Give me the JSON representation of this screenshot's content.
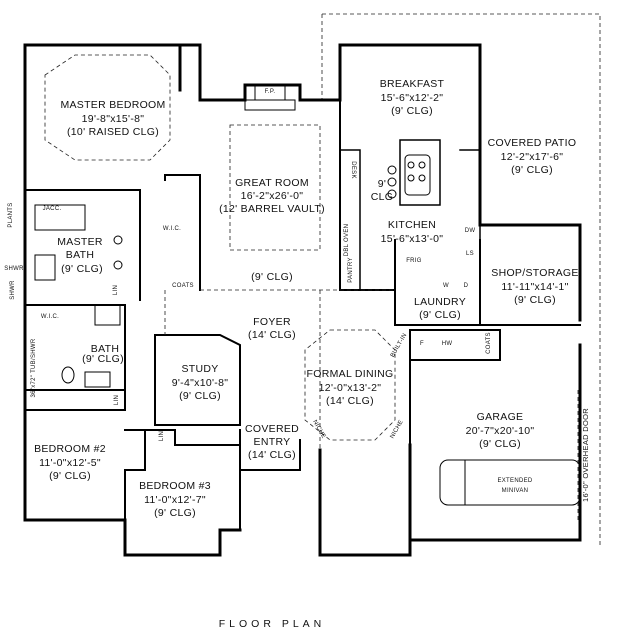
{
  "title": "FLOOR PLAN",
  "rooms": {
    "master_bedroom": [
      "MASTER BEDROOM",
      "19'-8\"x15'-8\"",
      "(10' RAISED CLG)"
    ],
    "great_room": [
      "GREAT ROOM",
      "16'-2\"x26'-0\"",
      "(12' BARREL VAULT)"
    ],
    "great_room_clg": "(9' CLG)",
    "breakfast": [
      "BREAKFAST",
      "15'-6\"x12'-2\"",
      "(9' CLG)"
    ],
    "covered_patio": [
      "COVERED PATIO",
      "12'-2\"x17'-6\"",
      "(9' CLG)"
    ],
    "kitchen": [
      "KITCHEN",
      "15'-6\"x13'-0\""
    ],
    "kitchen_clg": [
      "9'",
      "CLG"
    ],
    "master_bath": [
      "MASTER",
      "BATH",
      "(9' CLG)"
    ],
    "shop_storage": [
      "SHOP/STORAGE",
      "11'-11\"x14'-1\"",
      "(9' CLG)"
    ],
    "laundry": [
      "LAUNDRY",
      "(9' CLG)"
    ],
    "foyer": [
      "FOYER",
      "(14' CLG)"
    ],
    "bath": [
      "BATH",
      "(9' CLG)"
    ],
    "study": [
      "STUDY",
      "9'-4\"x10'-8\"",
      "(9' CLG)"
    ],
    "formal_dining": [
      "FORMAL DINING",
      "12'-0\"x13'-2\"",
      "(14' CLG)"
    ],
    "bedroom2": [
      "BEDROOM #2",
      "11'-0\"x12'-5\"",
      "(9' CLG)"
    ],
    "covered_entry": [
      "COVERED",
      "ENTRY",
      "(14' CLG)"
    ],
    "bedroom3": [
      "BEDROOM #3",
      "11'-0\"x12'-7\"",
      "(9' CLG)"
    ],
    "garage": [
      "GARAGE",
      "20'-7\"x20'-10\"",
      "(9' CLG)"
    ]
  },
  "fixtures": {
    "fp": "F.P.",
    "wic1": "W.I.C.",
    "wic2": "W.I.C.",
    "coats1": "COATS",
    "coats2": "COATS",
    "desk": "DESK",
    "oven": "DBL OVEN",
    "pantry": "PANTRY",
    "frig": "FRIG",
    "w": "W",
    "d": "D",
    "jacc": "JACC.",
    "plants": "PLANTS",
    "shwr1": "SHWR",
    "shwr2": "SHWR",
    "tub": "36\"x72\" TUB/SHWR",
    "lin1": "LIN",
    "lin2": "LIN",
    "lin3": "LIN",
    "built_in": "BUILT-IN",
    "niche1": "NICHE",
    "niche2": "NICHE",
    "f": "F",
    "hw": "HW",
    "dw": "DW",
    "ls": "LS",
    "overhead_door": "16'-0\" OVERHEAD DOOR",
    "minivan": [
      "EXTENDED",
      "MINIVAN"
    ]
  }
}
